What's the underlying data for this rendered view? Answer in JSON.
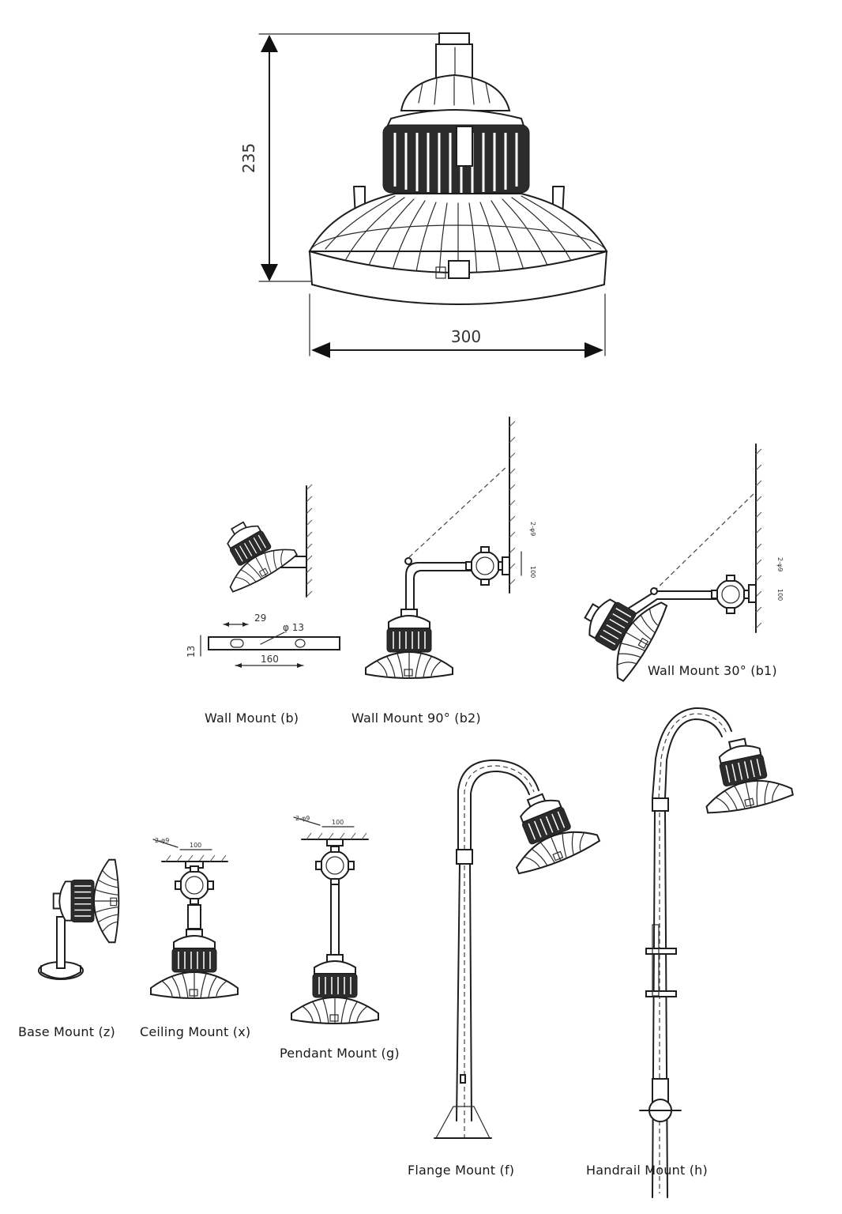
{
  "main_drawing": {
    "height_dim": "235",
    "width_dim": "300"
  },
  "wall_bracket": {
    "slot_width": "29",
    "hole_dia": "φ 13",
    "bar_height": "13",
    "hole_spacing": "160"
  },
  "mount_box": {
    "bolts": "2-φ9",
    "width": "100"
  },
  "captions": {
    "wall_b": "Wall Mount (b)",
    "wall_b2": "Wall Mount 90° (b2)",
    "wall_b1": "Wall Mount 30° (b1)",
    "base_z": "Base Mount (z)",
    "ceiling_x": "Ceiling Mount (x)",
    "pendant_g": "Pendant Mount (g)",
    "flange_f": "Flange Mount (f)",
    "handrail_h": "Handrail Mount (h)"
  }
}
